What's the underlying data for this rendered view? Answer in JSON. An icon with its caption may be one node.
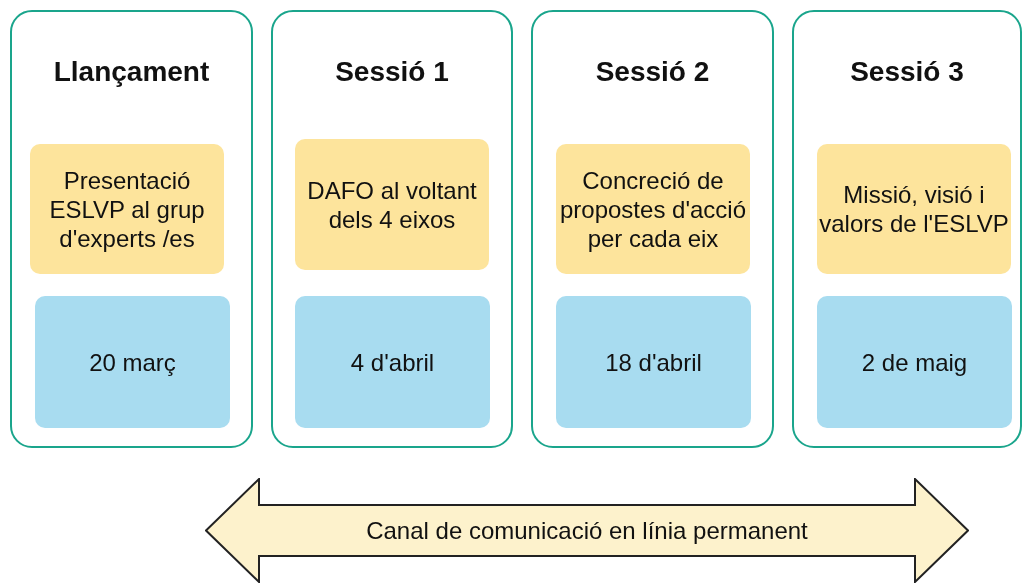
{
  "diagram": {
    "nodes": [
      {
        "text": [
          "Llançament"
        ]
      },
      {
        "text": [
          "Presentació ESLVP al grup d'experts /es"
        ],
        "in": 0
      },
      {
        "text": [
          "20 març"
        ],
        "in": 0
      },
      {
        "text": [
          "Sessió 1"
        ]
      },
      {
        "text": [
          "DAFO al voltant dels 4 eixos"
        ],
        "in": 3
      },
      {
        "text": [
          "4 d'abril"
        ],
        "in": 3
      },
      {
        "text": [
          "Sessió 2"
        ]
      },
      {
        "text": [
          "Concreció de propostes d'acció per cada eix"
        ],
        "in": 6
      },
      {
        "text": [
          "18 d'abril"
        ],
        "in": 6
      },
      {
        "text": [
          "Sessió 3"
        ]
      },
      {
        "text": [
          "Missió, visió i valors de l'ESLVP"
        ],
        "in": 9
      },
      {
        "text": [
          "2 de maig"
        ],
        "in": 9
      },
      {
        "text": [
          "Canal de comunicació en línia permanent"
        ]
      }
    ]
  }
}
